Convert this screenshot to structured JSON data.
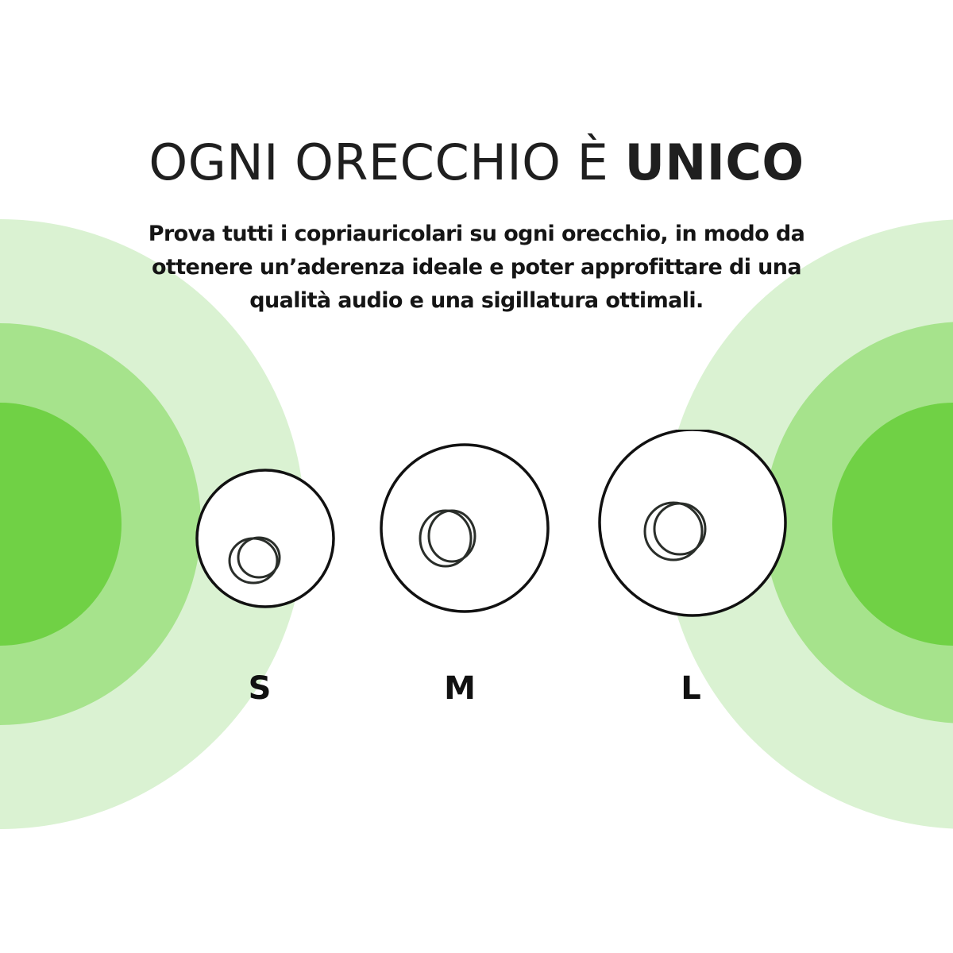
{
  "header": {
    "title_regular": "OGNI ORECCHIO È ",
    "title_bold": "UNICO",
    "description": "Prova tutti i copriauricolari su ogni orecchio, in modo da ottenere un’aderenza ideale e poter approfittare di una qualità audio e una sigillatura ottimali."
  },
  "ear_tips": [
    {
      "size_label": "S"
    },
    {
      "size_label": "M"
    },
    {
      "size_label": "L"
    }
  ],
  "colors": {
    "ring_outer": "#daf2d2",
    "ring_middle": "#a6e38c",
    "ring_inner": "#70d145",
    "outline": "#111111",
    "text": "#1a1a1a",
    "background": "#ffffff"
  }
}
